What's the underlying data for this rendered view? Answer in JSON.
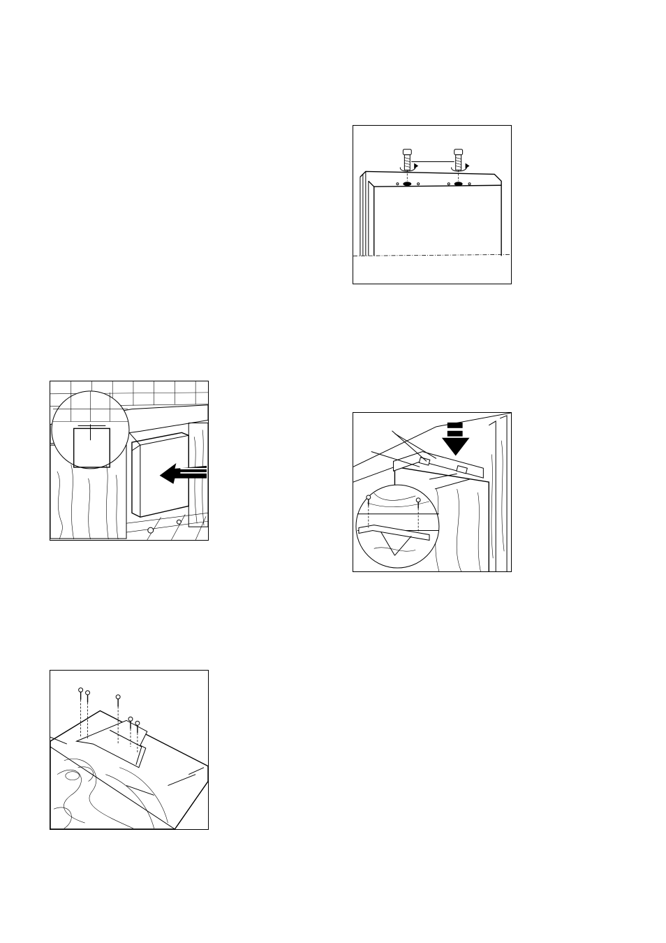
{
  "page": {
    "figures": [
      {
        "id": "install",
        "subject": "appliance-slide-in"
      },
      {
        "id": "hinge",
        "subject": "door-bracket-screws"
      },
      {
        "id": "screws",
        "subject": "top-fixing-screws"
      },
      {
        "id": "door",
        "subject": "door-panel-mounting"
      }
    ]
  },
  "icons": {
    "arrow": "push-arrow-icon",
    "screw": "screw-icon",
    "rotate": "rotate-arrow-icon"
  }
}
